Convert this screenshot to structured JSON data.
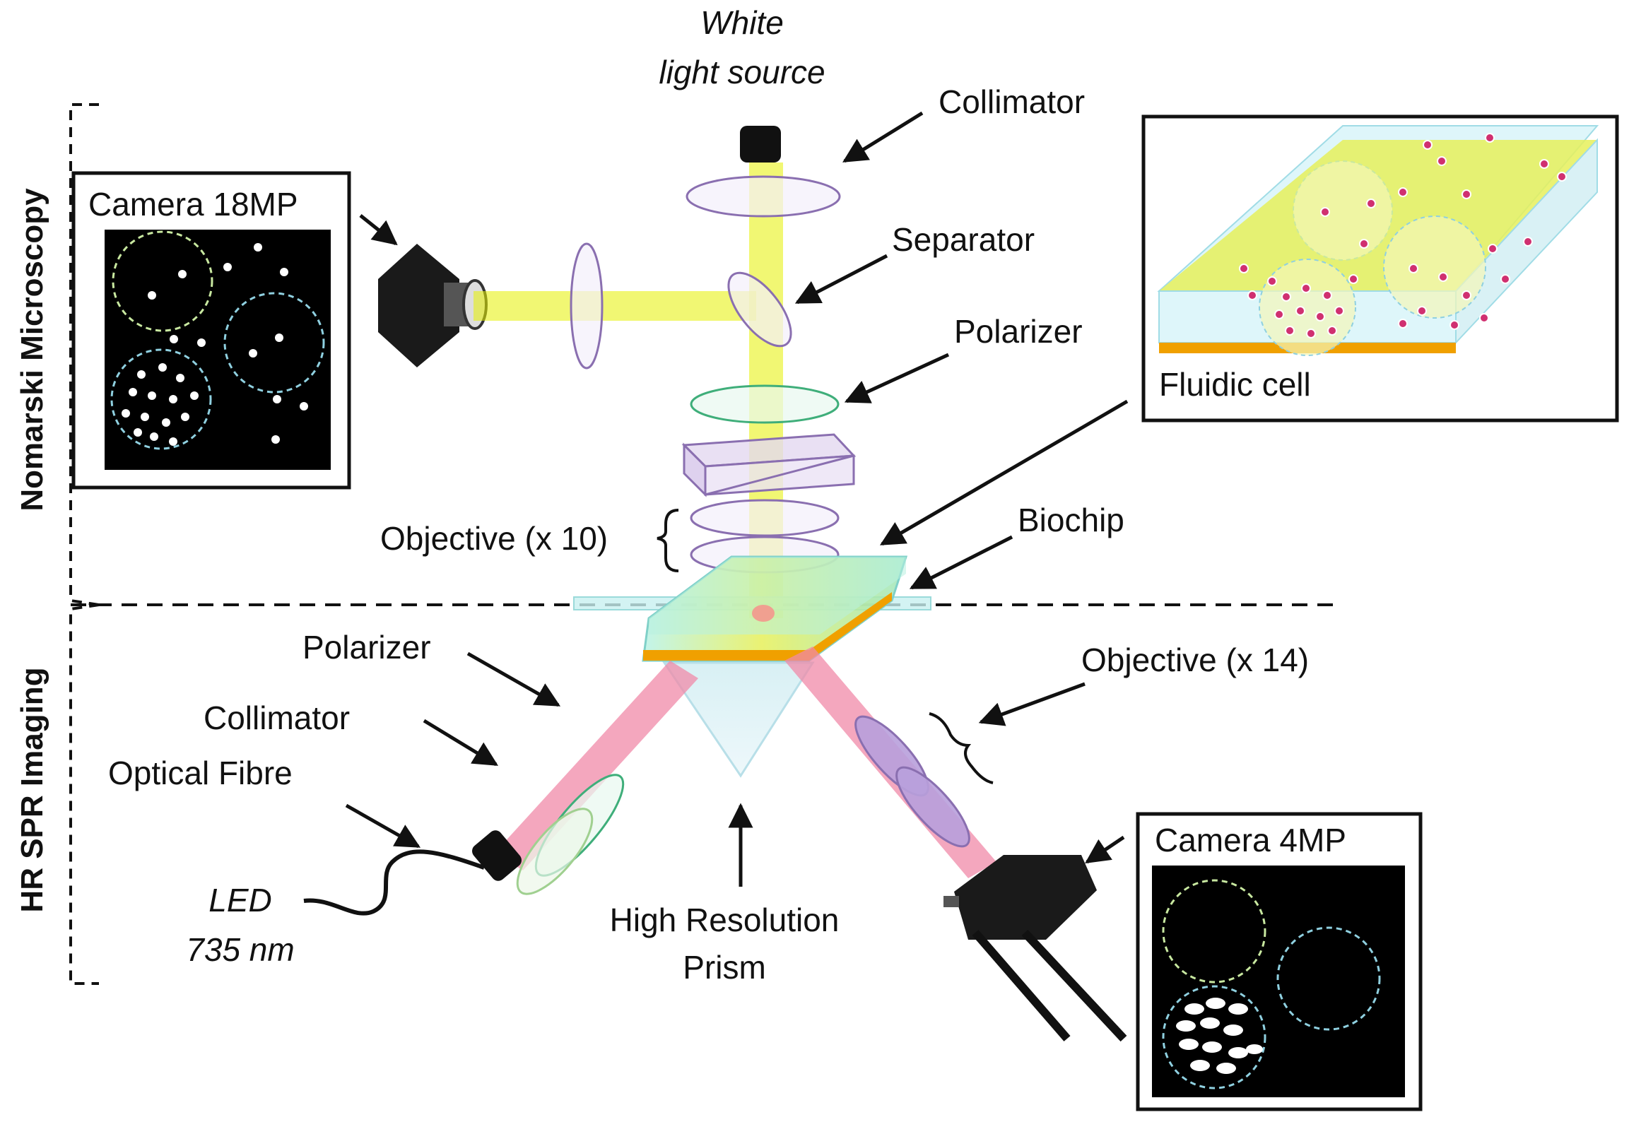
{
  "side_labels": {
    "top": "Nomarski Microscopy",
    "bottom": "HR SPR Imaging"
  },
  "labels": {
    "white_light_line1": "White",
    "white_light_line2": "light source",
    "collimator_top": "Collimator",
    "separator": "Separator",
    "polarizer_top": "Polarizer",
    "objective_x10": "Objective (x 10)",
    "biochip": "Biochip",
    "camera_18mp": "Camera 18MP",
    "fluidic_cell": "Fluidic cell",
    "polarizer_bottom": "Polarizer",
    "collimator_bottom": "Collimator",
    "optical_fibre": "Optical Fibre",
    "led_line1": "LED",
    "led_line2": "735 nm",
    "prism_line1": "High Resolution",
    "prism_line2": "Prism",
    "objective_x14": "Objective (x 14)",
    "camera_4mp": "Camera 4MP"
  },
  "colors": {
    "white_beam": "#e6f000",
    "red_beam": "#f08aa8",
    "gold_layer": "#f0a000",
    "glass": "#bfeef0",
    "lens_purple": "#8a6fb0",
    "lens_green": "#3fae7a"
  }
}
